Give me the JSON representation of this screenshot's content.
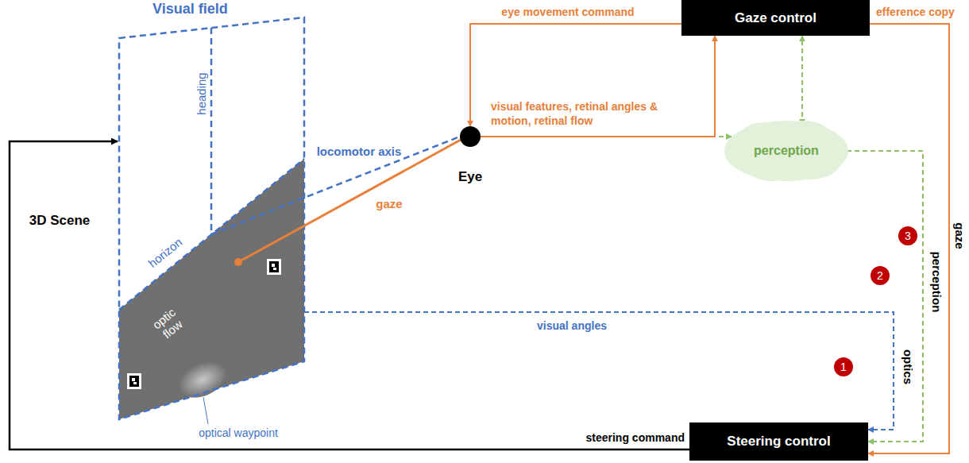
{
  "diagram": {
    "nodes": [
      {
        "text": [
          "Visual field"
        ]
      },
      {
        "text": [
          "Gaze control"
        ]
      },
      {
        "text": [
          "Eye"
        ]
      },
      {
        "text": [
          "perception"
        ]
      },
      {
        "text": [
          "Steering control"
        ]
      }
    ],
    "edges": [
      {
        "from": 1,
        "to": 2,
        "arrow": "to",
        "label": "eye movement command"
      },
      {
        "from": 2,
        "to": 3,
        "arrow": "to"
      },
      {
        "from": 2,
        "to": 1,
        "arrow": "to",
        "label": "visual features, retinal angles & motion, retinal flow"
      },
      {
        "from": 3,
        "to": 1,
        "arrow": "both"
      },
      {
        "from": 3,
        "to": 4,
        "arrow": "to"
      },
      {
        "from": 1,
        "to": 4,
        "arrow": "to",
        "label": "efference copy"
      },
      {
        "from": 0,
        "to": 4,
        "arrow": "to",
        "label": "visual angles"
      },
      {
        "from": 4,
        "to": 0,
        "arrow": "to",
        "label": "steering command"
      }
    ],
    "labels": [
      "3D Scene",
      "heading",
      "horizon",
      "optic flow",
      "optical waypoint",
      "locomotor axis",
      "gaze",
      "3",
      "gaze",
      "2",
      "perception",
      "1",
      "optics"
    ]
  }
}
